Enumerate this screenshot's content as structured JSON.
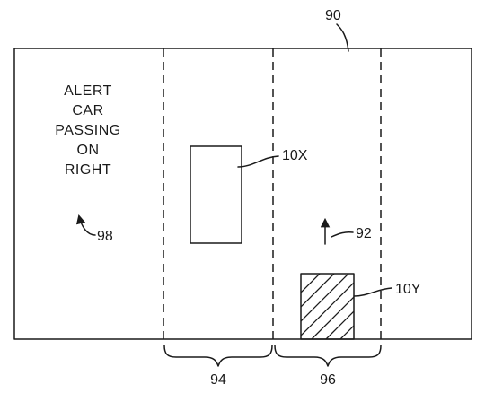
{
  "reference_numerals": {
    "display": "90",
    "direction_arrow": "92",
    "lane_left": "94",
    "lane_right": "96",
    "alert_arrow": "98",
    "vehicle_10x": "10X",
    "vehicle_10y": "10Y"
  },
  "alert_message": {
    "lines": [
      "ALERT",
      "CAR",
      "PASSING",
      "ON",
      "RIGHT"
    ]
  },
  "colors": {
    "line": "#1a1a1a",
    "background": "#ffffff"
  }
}
